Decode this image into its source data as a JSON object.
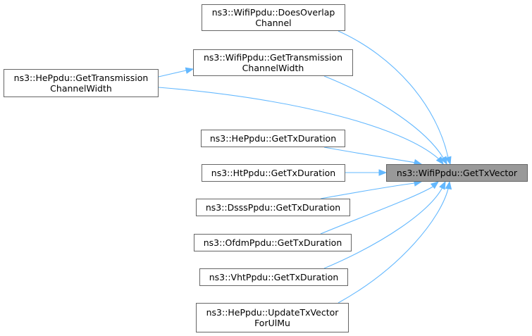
{
  "target": {
    "id": "getTxVector",
    "lines": [
      "ns3::WifiPpdu::GetTxVector"
    ]
  },
  "callers": [
    {
      "id": "doesOverlapChannel",
      "lines": [
        "ns3::WifiPpdu::DoesOverlap",
        "Channel"
      ]
    },
    {
      "id": "wifiGetTxChannelWidth",
      "lines": [
        "ns3::WifiPpdu::GetTransmission",
        "ChannelWidth"
      ]
    },
    {
      "id": "heGetTxChannelWidth",
      "lines": [
        "ns3::HePpdu::GetTransmission",
        "ChannelWidth"
      ]
    },
    {
      "id": "heGetTxDuration",
      "lines": [
        "ns3::HePpdu::GetTxDuration"
      ]
    },
    {
      "id": "htGetTxDuration",
      "lines": [
        "ns3::HtPpdu::GetTxDuration"
      ]
    },
    {
      "id": "dsssGetTxDuration",
      "lines": [
        "ns3::DsssPpdu::GetTxDuration"
      ]
    },
    {
      "id": "ofdmGetTxDuration",
      "lines": [
        "ns3::OfdmPpdu::GetTxDuration"
      ]
    },
    {
      "id": "vhtGetTxDuration",
      "lines": [
        "ns3::VhtPpdu::GetTxDuration"
      ]
    },
    {
      "id": "heUpdateTxVectorForUlMu",
      "lines": [
        "ns3::HePpdu::UpdateTxVector",
        "ForUlMu"
      ]
    }
  ],
  "edges": [
    {
      "from": "doesOverlapChannel",
      "to": "getTxVector"
    },
    {
      "from": "wifiGetTxChannelWidth",
      "to": "getTxVector"
    },
    {
      "from": "heGetTxChannelWidth",
      "to": "getTxVector"
    },
    {
      "from": "heGetTxDuration",
      "to": "getTxVector"
    },
    {
      "from": "htGetTxDuration",
      "to": "getTxVector"
    },
    {
      "from": "dsssGetTxDuration",
      "to": "getTxVector"
    },
    {
      "from": "ofdmGetTxDuration",
      "to": "getTxVector"
    },
    {
      "from": "vhtGetTxDuration",
      "to": "getTxVector"
    },
    {
      "from": "heUpdateTxVectorForUlMu",
      "to": "getTxVector"
    },
    {
      "from": "heGetTxChannelWidth",
      "to": "wifiGetTxChannelWidth"
    }
  ],
  "colors": {
    "edge": "#63b8ff",
    "node_border": "#666666",
    "selected_fill": "#999999"
  }
}
